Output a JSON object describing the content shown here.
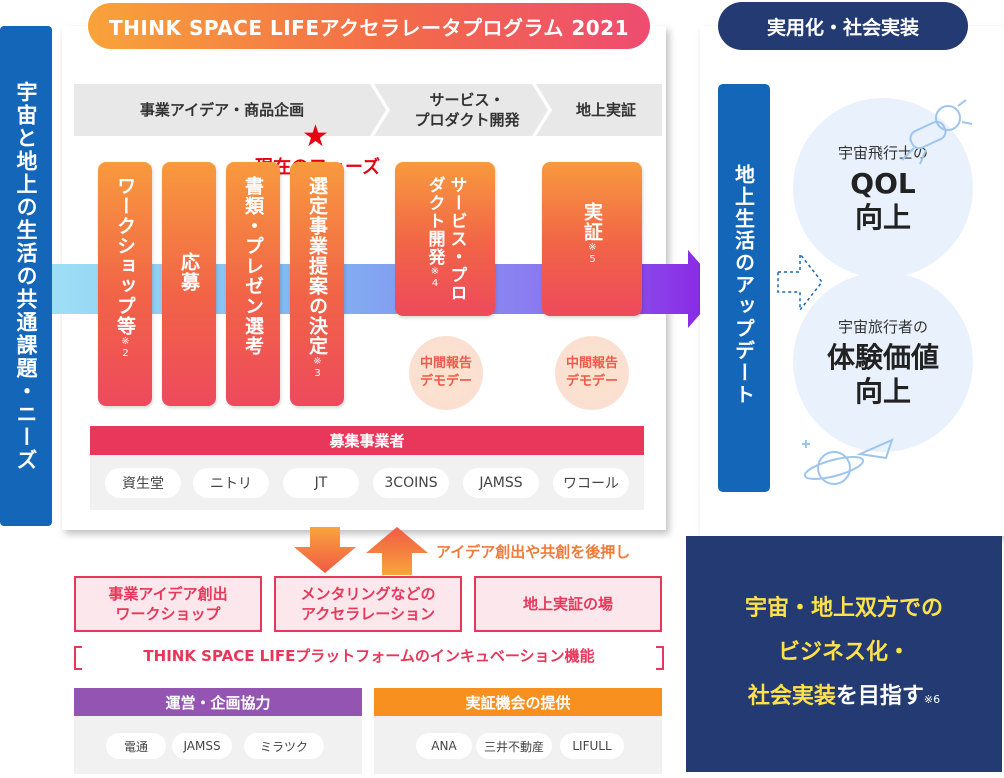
{
  "left_bar": "宇宙と地上の生活の共通課題・ニーズ",
  "title": "THINK SPACE LIFEアクセラレータプログラム 2021",
  "phases": [
    "事業アイデア・商品企画",
    "サービス・\nプロダクト開発",
    "地上実証"
  ],
  "current_phase": "現在のフェーズ",
  "steps": [
    {
      "label": "ワークショップ等",
      "note": "※2"
    },
    {
      "label": "応募",
      "note": ""
    },
    {
      "label": "書類・プレゼン選考",
      "note": ""
    },
    {
      "label": "選定事業提案の決定",
      "note": "※3"
    },
    {
      "label": "サービス・プロダクト開発",
      "note": "※4"
    },
    {
      "label": "実証",
      "note": "※5"
    }
  ],
  "demo_day": "中間報告\nデモデー",
  "recruit": {
    "heading": "募集事業者",
    "companies": [
      "資生堂",
      "ニトリ",
      "JT",
      "3COINS",
      "JAMSS",
      "ワコール"
    ]
  },
  "right": {
    "heading": "実用化・社会実装",
    "update": "地上生活のアップデート",
    "astronaut": {
      "small": "宇宙飛行士の",
      "large": "QOL\n向上"
    },
    "traveler": {
      "small": "宇宙旅行者の",
      "large": "体験価値\n向上"
    },
    "goal": {
      "line1": "宇宙・地上双方での",
      "line2": "ビジネス化・",
      "line3a": "社会実装",
      "line3b": "を目指す",
      "note": "※6"
    }
  },
  "push_label": "アイデア創出や共創を後押し",
  "platform_boxes": [
    "事業アイデア創出\nワークショップ",
    "メンタリングなどの\nアクセラレーション",
    "地上実証の場"
  ],
  "platform_label": "THINK SPACE LIFEプラットフォームのインキュベーション機能",
  "operations": {
    "heading": "運営・企画協力",
    "members": [
      "電通",
      "JAMSS",
      "ミラツク"
    ]
  },
  "provision": {
    "heading": "実証機会の提供",
    "members": [
      "ANA",
      "三井不動産",
      "LIFULL"
    ]
  },
  "colors": {
    "blue": "#1466b8",
    "navy": "#243a72",
    "pink": "#e8375a",
    "orange": "#f7901e",
    "purple": "#9354b2",
    "yellow": "#ffe14a"
  }
}
